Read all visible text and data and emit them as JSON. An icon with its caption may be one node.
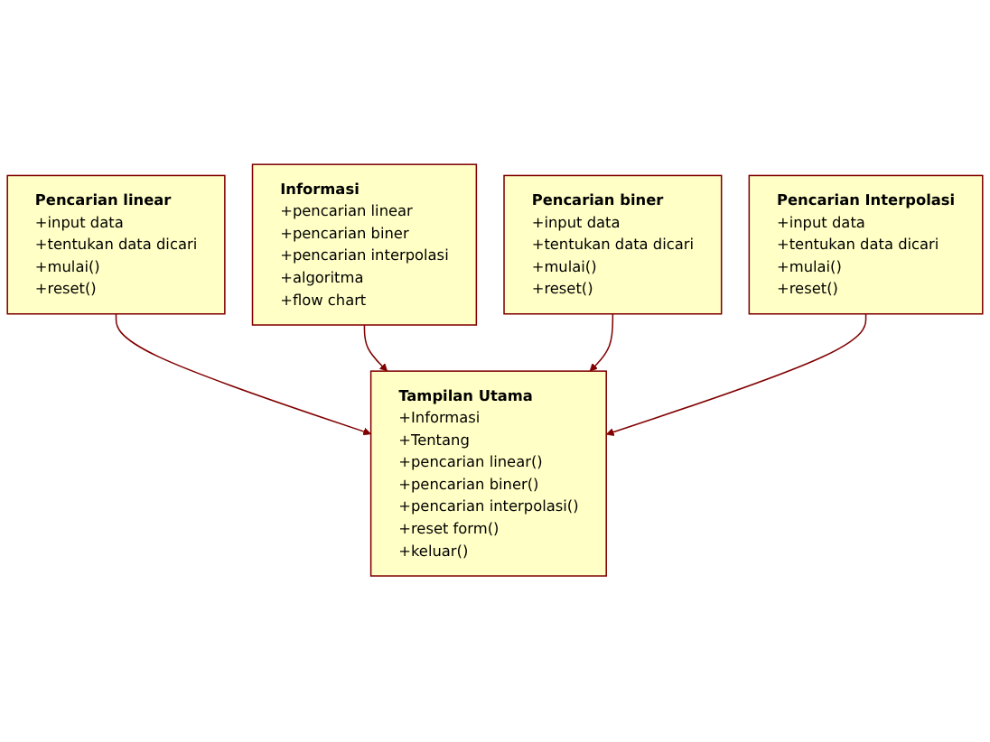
{
  "diagram": {
    "nodes": [
      {
        "text": [
          "Pencarian linear",
          "+input data",
          "+tentukan data dicari",
          "+mulai()",
          "+reset()"
        ]
      },
      {
        "text": [
          "Informasi",
          "+pencarian linear",
          "+pencarian biner",
          "+pencarian interpolasi",
          "+algoritma",
          "+flow chart"
        ]
      },
      {
        "text": [
          "Tampilan Utama",
          "+Informasi",
          "+Tentang",
          "+pencarian linear()",
          "+pencarian biner()",
          "+pencarian interpolasi()",
          "+reset form()",
          "+keluar()"
        ]
      },
      {
        "text": [
          "Pencarian biner",
          "+input data",
          "+tentukan data dicari",
          "+mulai()",
          "+reset()"
        ]
      },
      {
        "text": [
          "Pencarian Interpolasi",
          "+input data",
          "+tentukan data dicari",
          "+mulai()",
          "+reset()"
        ]
      }
    ],
    "edges": [
      {
        "from": 0,
        "to": 2,
        "arrow": "to"
      },
      {
        "from": 1,
        "to": 2,
        "arrow": "to"
      },
      {
        "from": 3,
        "to": 2,
        "arrow": "to"
      },
      {
        "from": 4,
        "to": 2,
        "arrow": "to"
      }
    ]
  }
}
